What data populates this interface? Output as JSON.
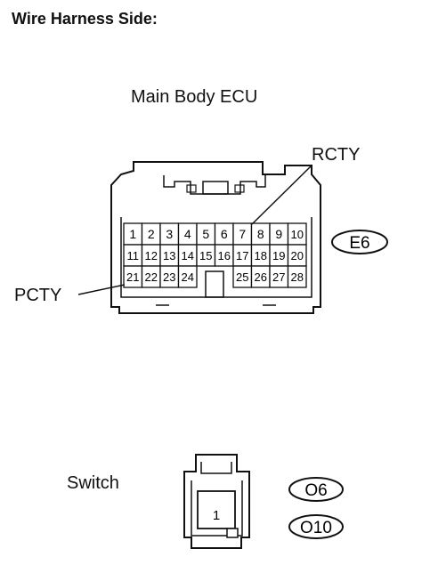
{
  "page_title": "Wire Harness Side:",
  "ecu": {
    "name": "Main Body ECU",
    "connector_code": "E6",
    "pins": [
      "1",
      "2",
      "3",
      "4",
      "5",
      "6",
      "7",
      "8",
      "9",
      "10",
      "11",
      "12",
      "13",
      "14",
      "15",
      "16",
      "17",
      "18",
      "19",
      "20",
      "21",
      "22",
      "23",
      "24",
      "25",
      "26",
      "27",
      "28"
    ],
    "callouts": {
      "top": "RCTY",
      "left": "PCTY"
    }
  },
  "switch": {
    "name": "Switch",
    "pin": "1",
    "connector_codes": [
      "O6",
      "O10"
    ]
  }
}
